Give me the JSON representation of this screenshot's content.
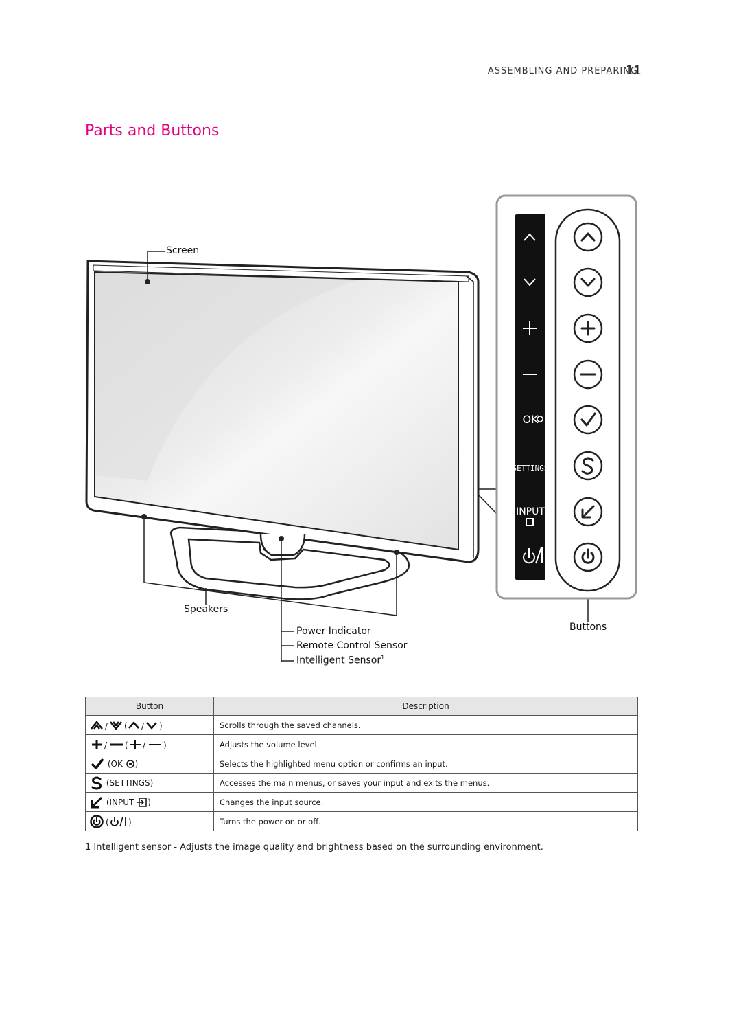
{
  "header": {
    "section": "ASSEMBLING AND PREPARING",
    "page_number": "11"
  },
  "title": "Parts and Buttons",
  "labels": {
    "screen": "Screen",
    "speakers": "Speakers",
    "power_indicator": "Power Indicator",
    "remote_sensor": "Remote Control Sensor",
    "intelligent_sensor": "Intelligent Sensor",
    "intelligent_sensor_note": "1",
    "buttons": "Buttons"
  },
  "panel": {
    "ok_label": "OK",
    "settings_label": "SETTINGS",
    "input_label": "INPUT"
  },
  "table": {
    "headers": [
      "Button",
      "Description"
    ],
    "rows": [
      {
        "button": "",
        "description": "Scrolls through the saved channels."
      },
      {
        "button": "",
        "description": "Adjusts the volume level."
      },
      {
        "button": "OK",
        "description": "Selects the highlighted menu option or confirms an input."
      },
      {
        "button": "SETTINGS",
        "description": "Accesses the main menus, or saves your input and exits the menus."
      },
      {
        "button": "INPUT",
        "description": "Changes the input source."
      },
      {
        "button": "",
        "description": "Turns the power on or off."
      }
    ]
  },
  "footnote": "1 Intelligent sensor - Adjusts the image quality and brightness based on the surrounding environment."
}
